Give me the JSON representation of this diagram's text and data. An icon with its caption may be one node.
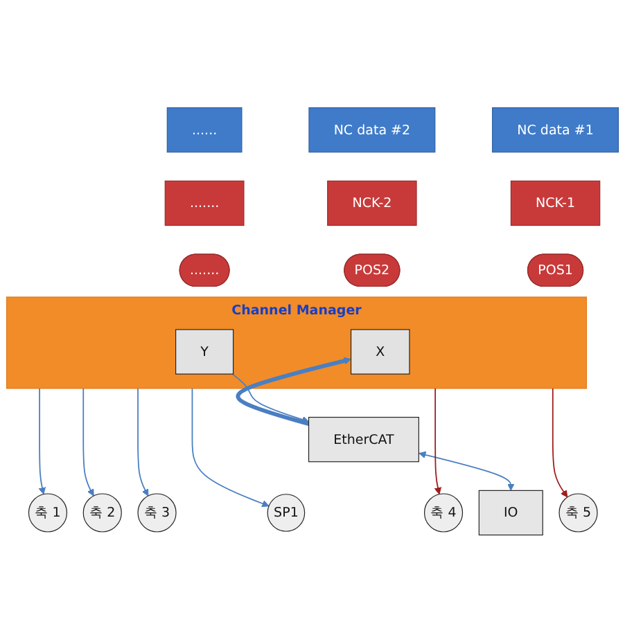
{
  "diagram": {
    "nodes": [
      {
        "text": [
          "NC data #1"
        ]
      },
      {
        "text": [
          "NC data #2"
        ]
      },
      {
        "text": [
          "......"
        ]
      },
      {
        "text": [
          "NCK-1"
        ]
      },
      {
        "text": [
          "NCK-2"
        ]
      },
      {
        "text": [
          "......."
        ]
      },
      {
        "text": [
          "POS1"
        ]
      },
      {
        "text": [
          "POS2"
        ]
      },
      {
        "text": [
          "......."
        ]
      },
      {
        "text": [
          "Channel Manager"
        ]
      },
      {
        "text": [
          "X"
        ],
        "in": 9
      },
      {
        "text": [
          "Y"
        ],
        "in": 9
      },
      {
        "text": [
          "EtherCAT"
        ]
      },
      {
        "text": [
          "축 1"
        ]
      },
      {
        "text": [
          "축 2"
        ]
      },
      {
        "text": [
          "축 3"
        ]
      },
      {
        "text": [
          "SP1"
        ]
      },
      {
        "text": [
          "축 4"
        ]
      },
      {
        "text": [
          "축 5"
        ]
      },
      {
        "text": [
          "IO"
        ]
      }
    ],
    "edges": [
      {
        "from": 12,
        "to": 10,
        "arrow": "to",
        "style": "thick"
      },
      {
        "from": 11,
        "to": 12,
        "arrow": "to"
      },
      {
        "from": 9,
        "to": 13,
        "arrow": "to"
      },
      {
        "from": 9,
        "to": 14,
        "arrow": "to"
      },
      {
        "from": 9,
        "to": 15,
        "arrow": "to"
      },
      {
        "from": 9,
        "to": 16,
        "arrow": "to"
      },
      {
        "from": 9,
        "to": 17,
        "arrow": "to",
        "color": "#a01c1c"
      },
      {
        "from": 9,
        "to": 18,
        "arrow": "to",
        "color": "#a01c1c"
      },
      {
        "from": 12,
        "to": 19,
        "arrow": "both"
      }
    ]
  }
}
